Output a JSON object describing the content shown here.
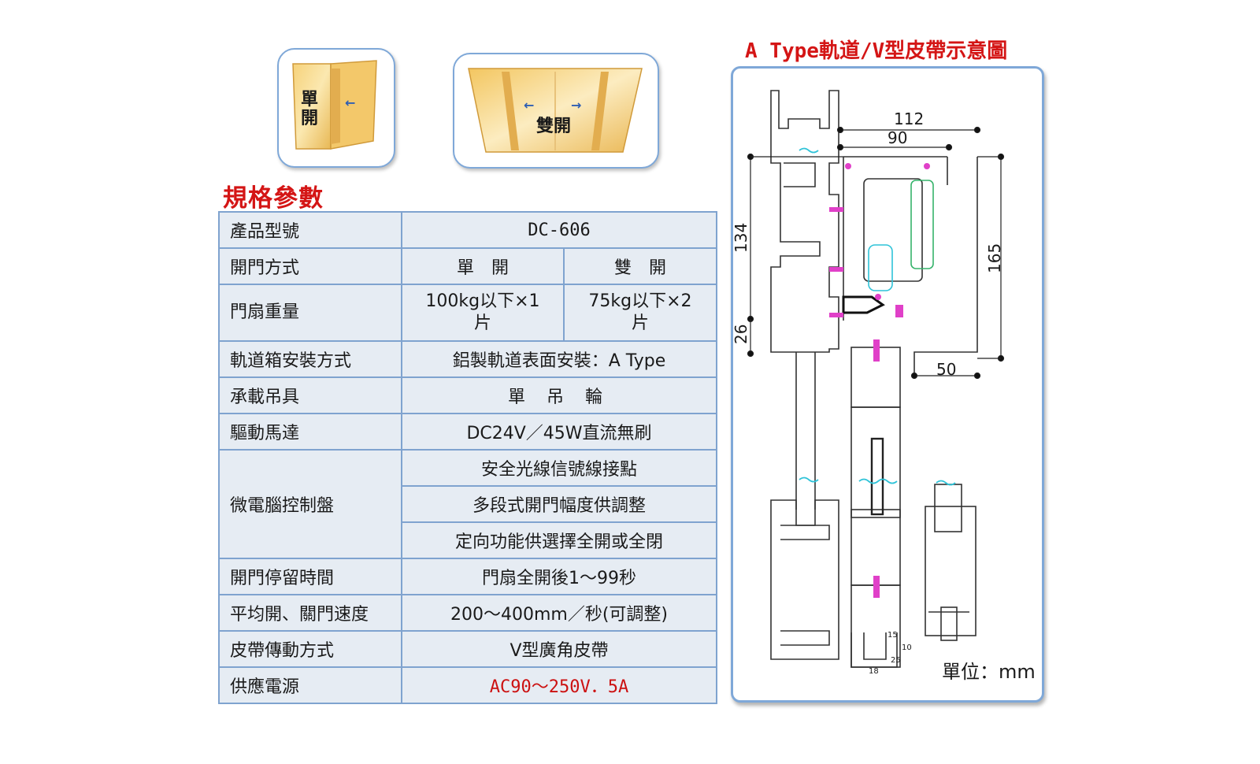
{
  "door_icons": {
    "single_label": "單開",
    "double_label": "雙開"
  },
  "spec": {
    "title": "規格參數",
    "model_label": "產品型號",
    "model_value": "DC-606",
    "open_label": "開門方式",
    "open_single": "單　開",
    "open_double": "雙　開",
    "weight_label": "門扇重量",
    "weight_single": "100kg以下×1片",
    "weight_double": "75kg以下×2片",
    "track_label": "軌道箱安裝方式",
    "track_value": "鋁製軌道表面安裝：A Type",
    "hanger_label": "承載吊具",
    "hanger_value": "單 吊 輪",
    "motor_label": "驅動馬達",
    "motor_value": "DC24V／45W直流無刷",
    "controller_label": "微電腦控制盤",
    "controller_values": [
      "安全光線信號線接點",
      "多段式開門幅度供調整",
      "定向功能供選擇全開或全閉"
    ],
    "hold_label": "開門停留時間",
    "hold_value": "門扇全開後1～99秒",
    "speed_label": "平均開、關門速度",
    "speed_value": "200～400mm／秒(可調整)",
    "belt_label": "皮帶傳動方式",
    "belt_value": "V型廣角皮帶",
    "power_label": "供應電源",
    "power_value": "AC90～250V．5A"
  },
  "diagram": {
    "title": "A Type軌道/V型皮帶示意圖",
    "dim_112": "112",
    "dim_90": "90",
    "dim_134": "134",
    "dim_165": "165",
    "dim_26": "26",
    "dim_50": "50",
    "dim_15": "15",
    "dim_10": "10",
    "dim_25": "25",
    "dim_18": "18",
    "unit": "單位：mm"
  },
  "colors": {
    "title_red": "#d41515",
    "table_border": "#7fa3cf",
    "table_fill": "#e6ecf3",
    "frame_blue": "#7fa8d8",
    "door_wood": "#f0c060"
  }
}
